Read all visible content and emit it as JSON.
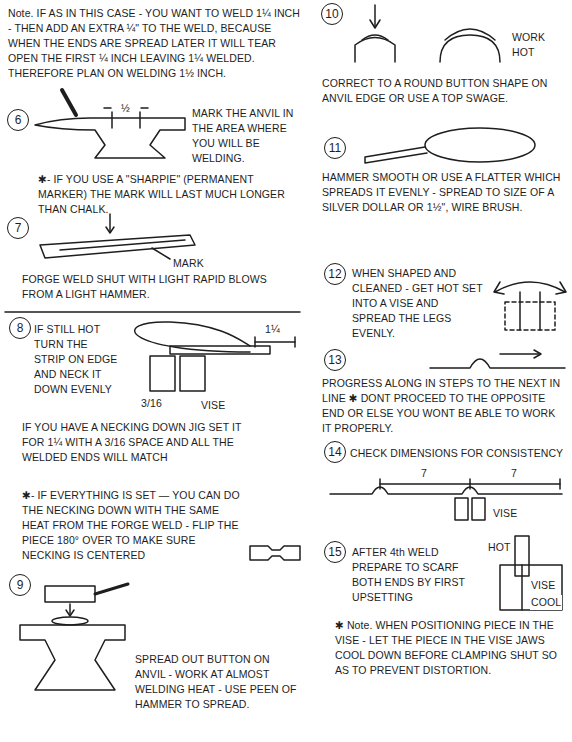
{
  "diagram": {
    "nodes": [
      {
        "text": [
          "6"
        ]
      },
      {
        "text": [
          "7"
        ]
      },
      {
        "text": [
          "8"
        ]
      },
      {
        "text": [
          "9"
        ]
      },
      {
        "text": [
          "10"
        ]
      },
      {
        "text": [
          "11"
        ]
      },
      {
        "text": [
          "12"
        ]
      },
      {
        "text": [
          "13"
        ]
      },
      {
        "text": [
          "14"
        ]
      },
      {
        "text": [
          "15"
        ]
      }
    ],
    "labels": [
      "Note. IF AS IN THIS CASE - YOU WANT TO WELD 1¼ INCH - THEN ADD AN EXTRA ¼\" TO THE WELD, BECAUSE WHEN THE ENDS ARE SPREAD LATER IT WILL TEAR OPEN THE FIRST ¼ INCH LEAVING 1¼ WELDED. THEREFORE PLAN ON WELDING 1½ INCH.",
      "MARK THE ANVIL IN THE AREA WHERE YOU WILL BE WELDING.",
      "✱- IF YOU USE A \"SHARPIE\" (PERMANENT MARKER) THE MARK WILL LAST MUCH LONGER THAN CHALK.",
      "½",
      "MARK",
      "FORGE WELD SHUT WITH LIGHT RAPID BLOWS FROM A LIGHT HAMMER.",
      "IF STILL HOT TURN THE STRIP ON EDGE AND NECK IT DOWN EVENLY",
      "1¼",
      "VISE",
      "3/16",
      "IF YOU HAVE A NECKING DOWN JIG SET IT FOR 1¼ WITH A 3/16 SPACE AND ALL THE WELDED ENDS WILL MATCH",
      "✱- IF EVERYTHING IS SET — YOU CAN DO THE NECKING DOWN WITH THE SAME HEAT FROM THE FORGE WELD - FLIP THE PIECE 180° OVER TO MAKE SURE NECKING IS CENTERED",
      "SPREAD OUT BUTTON ON ANVIL - WORK AT ALMOST WELDING HEAT - USE PEEN OF HAMMER TO SPREAD.",
      "WORK HOT",
      "CORRECT TO A ROUND BUTTON SHAPE ON ANVIL EDGE OR USE A TOP SWAGE.",
      "HAMMER SMOOTH OR USE A FLATTER WHICH SPREADS IT EVENLY - SPREAD TO SIZE OF A SILVER DOLLAR OR 1½\", WIRE BRUSH.",
      "WHEN SHAPED AND CLEANED - GET HOT SET INTO A VISE AND SPREAD THE LEGS EVENLY.",
      "PROGRESS ALONG IN STEPS TO THE NEXT IN LINE ✱ DONT PROCEED TO THE OPPOSITE END OR ELSE YOU WONT BE ABLE TO WORK IT PROPERLY.",
      "CHECK DIMENSIONS FOR CONSISTENCY",
      "7",
      "7",
      "VISE",
      "AFTER 4th WELD PREPARE TO SCARF BOTH ENDS BY FIRST UPSETTING",
      "HOT",
      "VISE",
      "COOL",
      "✱ Note. WHEN POSITIONING PIECE IN THE VISE - LET THE PIECE IN THE VISE JAWS COOL DOWN BEFORE CLAMPING SHUT SO AS TO PREVENT DISTORTION."
    ]
  }
}
